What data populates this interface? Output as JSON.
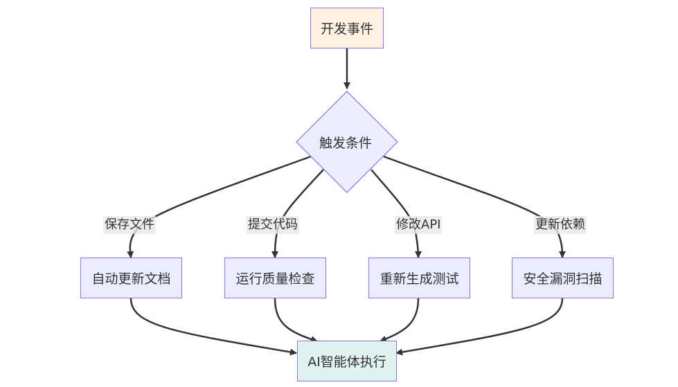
{
  "colors": {
    "start_fill": "#FFF2E0",
    "node_fill": "#ECECFF",
    "end_fill": "#E0F2F2",
    "border": "#9370DB",
    "edge": "#333333",
    "label_bg": "#E8E8E8"
  },
  "nodes": {
    "start": "开发事件",
    "decision": "触发条件",
    "actions": [
      "自动更新文档",
      "运行质量检查",
      "重新生成测试",
      "安全漏洞扫描"
    ],
    "end": "AI智能体执行"
  },
  "edge_labels": [
    "保存文件",
    "提交代码",
    "修改API",
    "更新依赖"
  ]
}
